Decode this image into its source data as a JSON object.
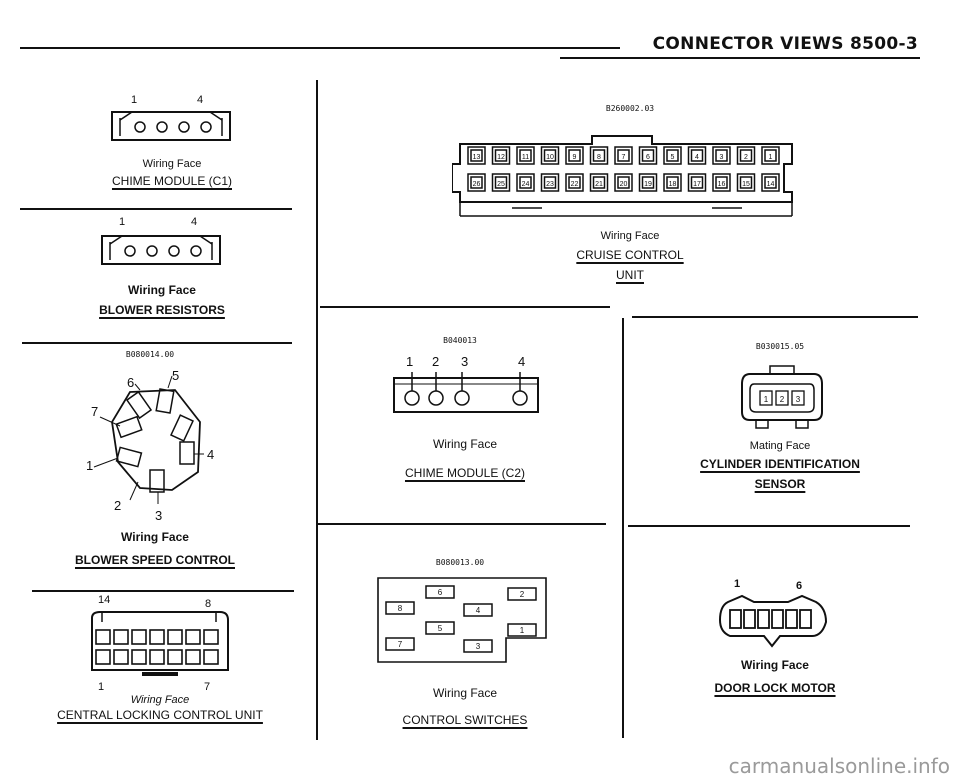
{
  "header": {
    "title": "CONNECTOR VIEWS  8500-3"
  },
  "panels": {
    "chime_c1": {
      "pins": [
        "1",
        "4"
      ],
      "caption": "Wiring Face",
      "label": "CHIME MODULE (C1)"
    },
    "blower_resistors": {
      "pins": [
        "1",
        "4"
      ],
      "caption": "Wiring Face",
      "label": "BLOWER RESISTORS"
    },
    "blower_speed": {
      "code": "B080014.00",
      "pins": [
        "5",
        "6",
        "7",
        "4",
        "1",
        "2",
        "3"
      ],
      "caption": "Wiring Face",
      "label": "BLOWER SPEED CONTROL"
    },
    "central_locking": {
      "pins": [
        "14",
        "8",
        "1",
        "7"
      ],
      "caption": "Wiring Face",
      "label": "CENTRAL LOCKING CONTROL UNIT"
    },
    "cruise_control": {
      "code": "B260002.03",
      "top_row": [
        "13",
        "12",
        "11",
        "10",
        "9",
        "8",
        "7",
        "6",
        "5",
        "4",
        "3",
        "2",
        "1"
      ],
      "bottom_row": [
        "26",
        "25",
        "24",
        "23",
        "22",
        "21",
        "20",
        "19",
        "18",
        "17",
        "16",
        "15",
        "14"
      ],
      "caption": "Wiring Face",
      "label": "CRUISE CONTROL",
      "label2": "UNIT"
    },
    "chime_c2": {
      "code": "B040013",
      "pins": [
        "1",
        "2",
        "3",
        "4"
      ],
      "caption": "Wiring Face",
      "label": "CHIME MODULE (C2)"
    },
    "control_switches": {
      "code": "B080013.00",
      "pins": [
        "6",
        "2",
        "8",
        "4",
        "5",
        "1",
        "7",
        "3"
      ],
      "caption": "Wiring Face",
      "label": "CONTROL SWITCHES"
    },
    "cylinder_id": {
      "code": "B030015.05",
      "pins": [
        "1",
        "2",
        "3"
      ],
      "caption": "Mating Face",
      "label": "CYLINDER IDENTIFICATION",
      "label2": "SENSOR"
    },
    "door_lock": {
      "pins": [
        "1",
        "6"
      ],
      "caption": "Wiring Face",
      "label": "DOOR LOCK MOTOR"
    }
  },
  "watermark": "carmanualsonline.info"
}
